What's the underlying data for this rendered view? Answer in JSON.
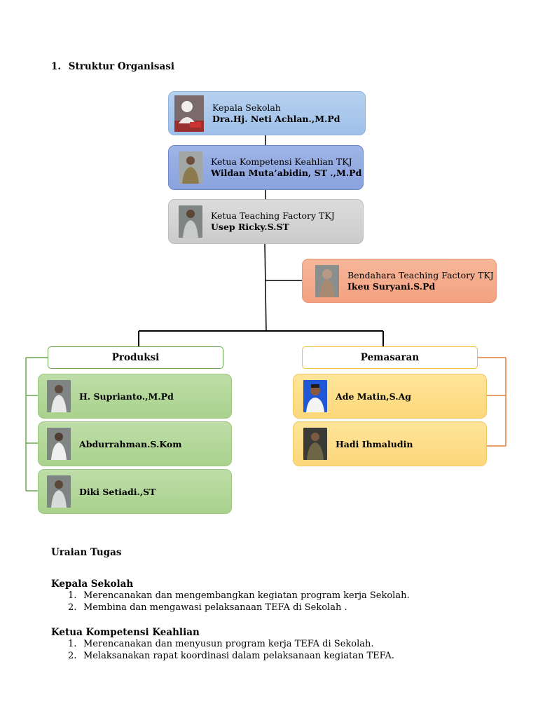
{
  "title": {
    "number": "1.",
    "text": "Struktur Organisasi"
  },
  "org": {
    "kepala": {
      "role": "Kepala Sekolah",
      "name": "Dra.Hj. Neti Achlan.,M.Pd"
    },
    "kakomli": {
      "role": "Ketua Kompetensi Keahlian TKJ",
      "name": "Wildan Muta’abidin, ST .,M.Pd"
    },
    "tefa": {
      "role": "Ketua Teaching Factory TKJ",
      "name": "Usep Ricky.S.ST"
    },
    "bendahara": {
      "role": "Bendahara Teaching Factory TKJ",
      "name": "Ikeu Suryani.S.Pd"
    },
    "produksi": {
      "label": "Produksi",
      "members": [
        "H. Suprianto.,M.Pd",
        "Abdurrahman.S.Kom",
        "Diki Setiadi.,ST"
      ]
    },
    "pemasaran": {
      "label": "Pemasaran",
      "members": [
        "Ade Matin,S.Ag",
        "Hadi Ihmaludin"
      ]
    }
  },
  "uraian": {
    "title": "Uraian Tugas",
    "sections": [
      {
        "title": "Kepala Sekolah",
        "items": [
          "Merencanakan dan mengembangkan kegiatan program kerja Sekolah.",
          "Membina dan mengawasi pelaksanaan TEFA di Sekolah ."
        ]
      },
      {
        "title": "Ketua Kompetensi Keahlian",
        "items": [
          "Merencanakan dan menyusun program kerja TEFA di Sekolah.",
          "Melaksanakan rapat koordinasi dalam pelaksanaan kegiatan TEFA."
        ]
      }
    ]
  },
  "colors": {
    "produksi_line": "#6aa84f",
    "pemasaran_line": "#e07b39",
    "connector": "#000000"
  }
}
